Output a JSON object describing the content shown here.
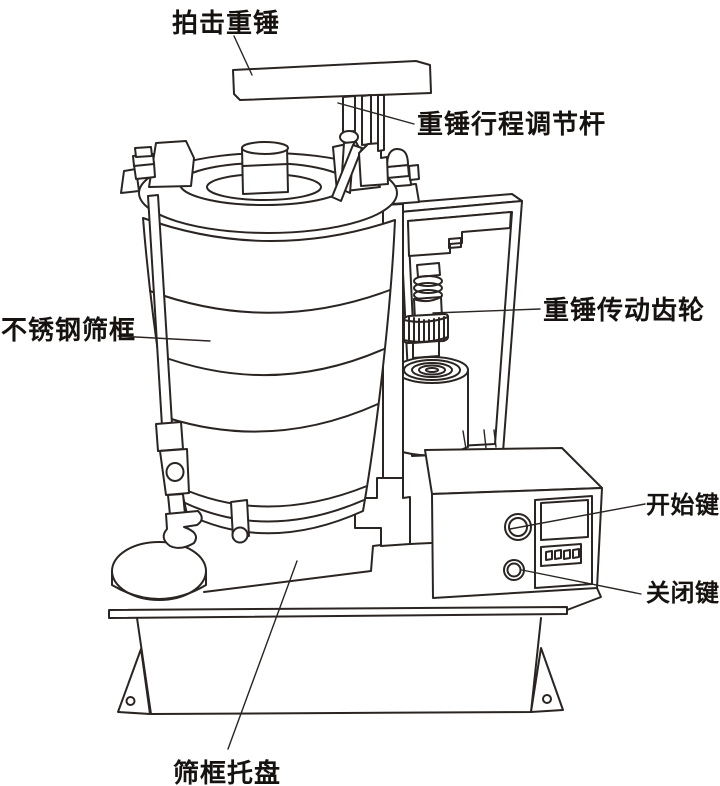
{
  "diagram": {
    "labels": {
      "hammer": "拍击重锤",
      "stroke_adjuster": "重锤行程调节杆",
      "sieve_frame": "不锈钢筛框",
      "drive_gear": "重锤传动齿轮",
      "start_key": "开始键",
      "stop_key": "关闭键",
      "tray": "筛框托盘"
    },
    "colors": {
      "line": "#2a2522",
      "label_text": "#161210",
      "background": "#ffffff"
    }
  }
}
